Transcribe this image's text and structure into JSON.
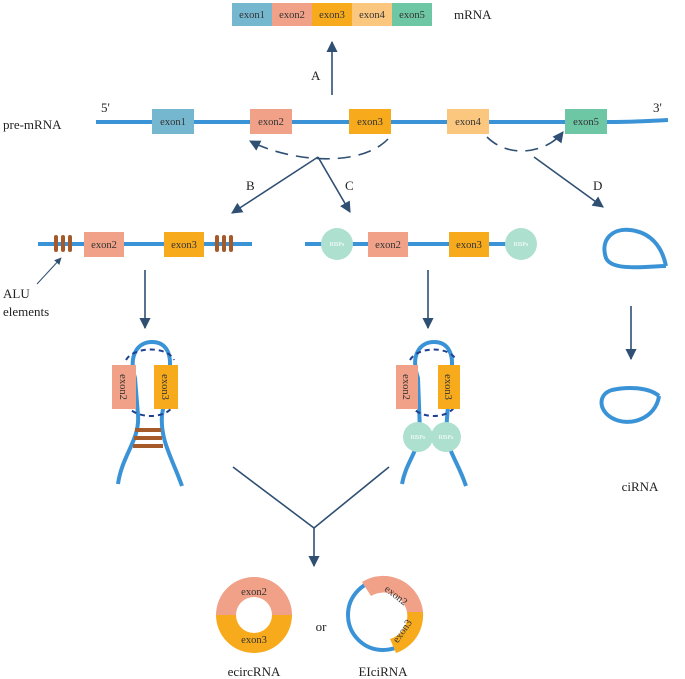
{
  "colors": {
    "strand": "#3a93d6",
    "exon1": "#75b7cf",
    "exon2": "#f0a187",
    "exon3": "#f7ab1c",
    "exon4": "#fbc77f",
    "exon5": "#6dc7a5",
    "rbp": "#aee0d0",
    "alu": "#a65a2a",
    "arrow": "#2f4f73",
    "loop_dash": "#1f3f8f"
  },
  "mrna": {
    "exons": [
      "exon1",
      "exon2",
      "exon3",
      "exon4",
      "exon5"
    ],
    "label": "mRNA"
  },
  "pre_mrna": {
    "label": "pre-mRNA",
    "five_prime": "5'",
    "three_prime": "3'",
    "exons": [
      "exon1",
      "exon2",
      "exon3",
      "exon4",
      "exon5"
    ]
  },
  "paths": {
    "A": "A",
    "B": "B",
    "C": "C",
    "D": "D"
  },
  "branch_b": {
    "exon_a": "exon2",
    "exon_b": "exon3",
    "alu_label_line1": "ALU",
    "alu_label_line2": "elements",
    "loop_exon_a": "exon2",
    "loop_exon_b": "exon3"
  },
  "branch_c": {
    "rbp": "RBPs",
    "exon_a": "exon2",
    "exon_b": "exon3",
    "loop_exon_a": "exon2",
    "loop_exon_b": "exon3"
  },
  "products": {
    "ecircrna_top": "exon2",
    "ecircrna_bottom": "exon3",
    "ecircrna_label": "ecircRNA",
    "or": "or",
    "eicirna_top": "exon2",
    "eicirna_bottom": "exon3",
    "eicirna_label": "EIciRNA",
    "cirna_label": "ciRNA"
  }
}
